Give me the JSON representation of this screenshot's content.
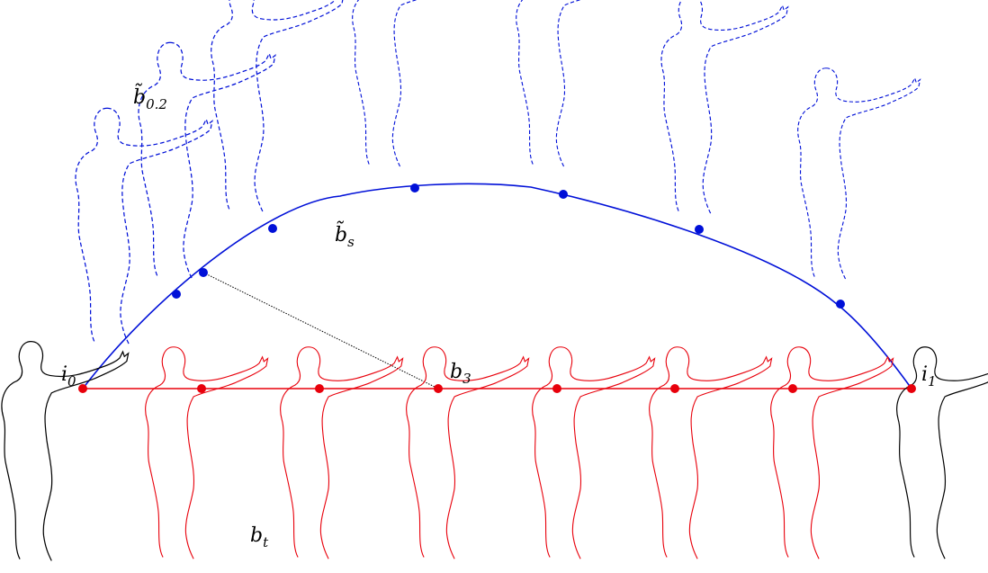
{
  "labels": {
    "i0": {
      "base": "i",
      "sub": "0"
    },
    "i1": {
      "base": "i",
      "sub": "1"
    },
    "b3": {
      "base": "b",
      "sub": "3"
    },
    "bt": {
      "base": "b",
      "sub": "t"
    },
    "bs": {
      "base": "b̃",
      "sub": "s"
    },
    "b02": {
      "base": "b̃",
      "sub": "0.2"
    }
  },
  "colors": {
    "straight_path": "#e8000b",
    "geodesic_path": "#0010d8",
    "endpoint_shapes": "#000000",
    "connector": "#000000"
  },
  "straight_path_points": 8,
  "geodesic_path_points": 7
}
